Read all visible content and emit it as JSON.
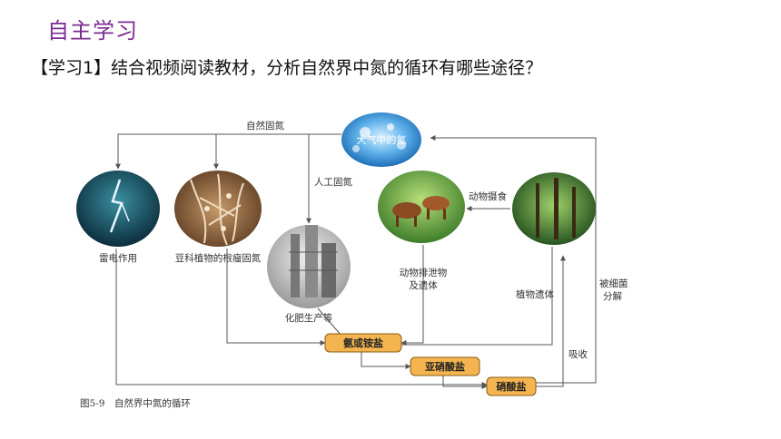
{
  "header": {
    "section_title": "自主学习",
    "question": "【学习1】结合视频阅读教材，分析自然界中氮的循环有哪些途径？"
  },
  "diagram": {
    "caption": "图5-9　自然界中氮的循环",
    "atmosphere_label": "大气中的氮",
    "labels": {
      "natural_fixation": "自然固氮",
      "artificial_fixation": "人工固氮",
      "animal_feeding": "动物摄食",
      "lightning": "雷电作用",
      "legume": "豆科植物的根瘤固氮",
      "animal_excreta_1": "动物排泄物",
      "animal_excreta_2": "及遗体",
      "plant_remains": "植物遗体",
      "bacteria_1": "被细菌",
      "bacteria_2": "分解",
      "fertilizer": "化肥生产等",
      "absorb": "吸收"
    },
    "boxes": {
      "ammonia": "氨或铵盐",
      "nitrite": "亚硝酸盐",
      "nitrate": "硝酸盐"
    },
    "colors": {
      "box_fill": "#f4b550",
      "box_stroke": "#8a5a12",
      "line": "#555555"
    }
  }
}
